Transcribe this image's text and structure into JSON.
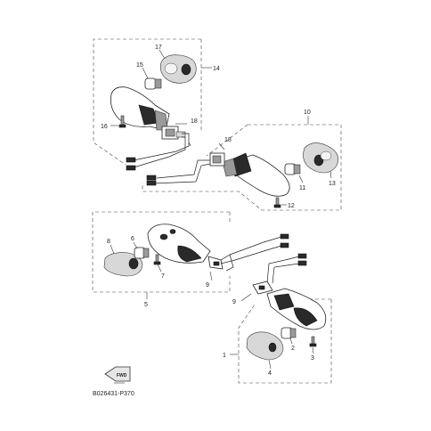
{
  "diagram": {
    "callouts": {
      "c1": "1",
      "c2": "2",
      "c3": "3",
      "c4": "4",
      "c5": "5",
      "c6": "6",
      "c7": "7",
      "c8": "8",
      "c9a": "9",
      "c9b": "9",
      "c10": "10",
      "c11": "11",
      "c12": "12",
      "c13": "13",
      "c14": "14",
      "c15": "15",
      "c16": "16",
      "c17": "17",
      "c18a": "18",
      "c18b": "18"
    },
    "fwd_label": "FWD",
    "drawing_code": "B026431-P370"
  }
}
